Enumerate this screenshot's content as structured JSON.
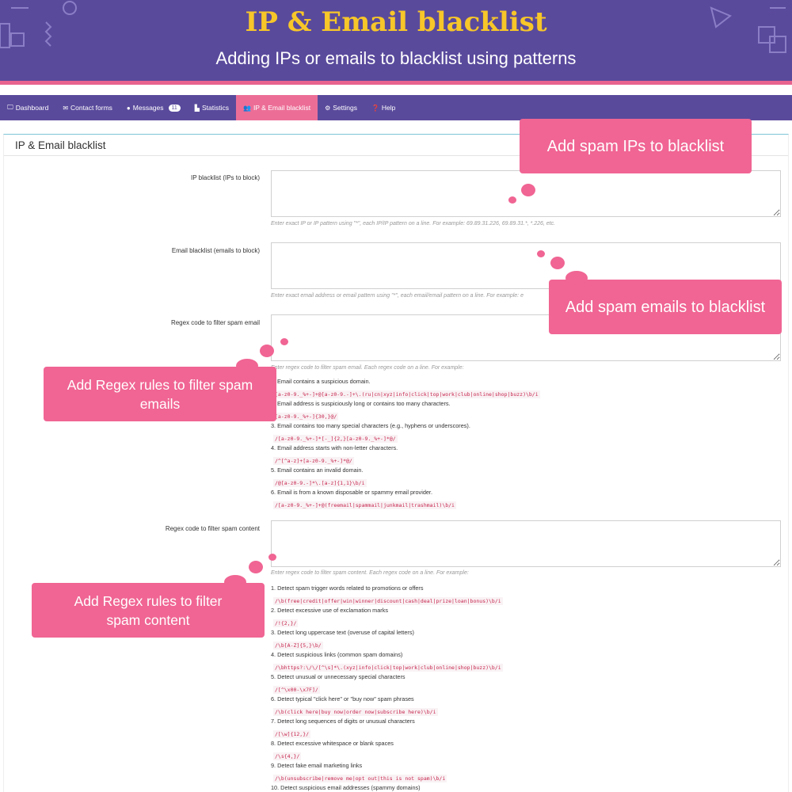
{
  "banner": {
    "title": "IP & Email blacklist",
    "subtitle": "Adding IPs or emails to blacklist using patterns",
    "colors": {
      "background": "#5a4a9c",
      "title": "#f7c629",
      "accent": "#e8638f"
    }
  },
  "nav": {
    "items": [
      {
        "icon": "monitor-icon",
        "label": "Dashboard"
      },
      {
        "icon": "envelope-icon",
        "label": "Contact forms"
      },
      {
        "icon": "comments-icon",
        "label": "Messages",
        "badge": "11"
      },
      {
        "icon": "bar-chart-icon",
        "label": "Statistics"
      },
      {
        "icon": "users-block-icon",
        "label": "IP & Email blacklist",
        "active": true
      },
      {
        "icon": "gear-icon",
        "label": "Settings"
      },
      {
        "icon": "help-circle-icon",
        "label": "Help"
      }
    ]
  },
  "panel": {
    "title": "IP & Email blacklist",
    "ip": {
      "label": "IP blacklist (IPs to block)",
      "value": "",
      "help": "Enter exact IP or IP pattern using \"*\", each IP/IP pattern on a line. For example: 69.89.31.226, 69.89.31.*, *.226, etc."
    },
    "email": {
      "label": "Email blacklist (emails to block)",
      "value": "",
      "help": "Enter exact email address or email pattern using \"*\", each email/email pattern on a line. For example: e"
    },
    "regex_email": {
      "label": "Regex code to filter spam email",
      "value": "",
      "help": "Enter regex code to filter spam email. Each regex code on a line. For example:",
      "examples": [
        {
          "desc": "Email contains a suspicious domain.",
          "code": "[a-z0-9._%+-]+@[a-z0-9.-]+\\.(ru|cn|xyz|info|click|top|work|club|online|shop|buzz)\\b/i"
        },
        {
          "desc": "Email address is suspiciously long or contains too many characters.",
          "code": "[a-z0-9._%+-]{30,}@/"
        },
        {
          "desc": "3. Email contains too many special characters (e.g., hyphens or underscores).",
          "code": "/[a-z0-9._%+-]*[-_]{2,}[a-z0-9._%+-]*@/"
        },
        {
          "desc": "4. Email address starts with non-letter characters.",
          "code": "/^[^a-z]+[a-z0-9._%+-]*@/"
        },
        {
          "desc": "5. Email contains an invalid domain.",
          "code": "/@[a-z0-9.-]*\\.[a-z]{1,1}\\b/i"
        },
        {
          "desc": "6. Email is from a known disposable or spammy email provider.",
          "code": "/[a-z0-9._%+-]+@(freemail|spammail|junkmail|trashmail)\\b/i"
        }
      ]
    },
    "regex_content": {
      "label": "Regex code to filter spam content",
      "value": "",
      "help": "Enter regex code to filter spam content. Each regex code on a line. For example:",
      "examples": [
        {
          "desc": "1. Detect spam trigger words related to promotions or offers",
          "code": "/\\b(free|credit|offer|win|winner|discount|cash|deal|prize|loan|bonus)\\b/i"
        },
        {
          "desc": "2. Detect excessive use of exclamation marks",
          "code": "/!{2,}/"
        },
        {
          "desc": "3. Detect long uppercase text (overuse of capital letters)",
          "code": "/\\b[A-Z]{5,}\\b/"
        },
        {
          "desc": "4. Detect suspicious links (common spam domains)",
          "code": "/\\bhttps?:\\/\\/[^\\s]*\\.(xyz|info|click|top|work|club|online|shop|buzz)\\b/i"
        },
        {
          "desc": "5. Detect unusual or unnecessary special characters",
          "code": "/[^\\x00-\\x7F]/"
        },
        {
          "desc": "6. Detect typical \"click here\" or \"buy now\" spam phrases",
          "code": "/\\b(click here|buy now|order now|subscribe here)\\b/i"
        },
        {
          "desc": "7. Detect long sequences of digits or unusual characters",
          "code": "/[\\w]{12,}/"
        },
        {
          "desc": "8. Detect excessive whitespace or blank spaces",
          "code": "/\\s{4,}/"
        },
        {
          "desc": "9. Detect fake email marketing links",
          "code": "/\\b(unsubscribe|remove me|opt out|this is not spam)\\b/i"
        },
        {
          "desc": "10. Detect suspicious email addresses (spammy domains)",
          "code": ""
        }
      ]
    }
  },
  "callouts": {
    "spam_ips": "Add spam IPs to blacklist",
    "spam_emails": "Add spam emails to blacklist",
    "regex_email": "Add Regex rules to filter spam emails",
    "regex_content": "Add Regex rules to filter spam content",
    "color": "#f06593"
  }
}
